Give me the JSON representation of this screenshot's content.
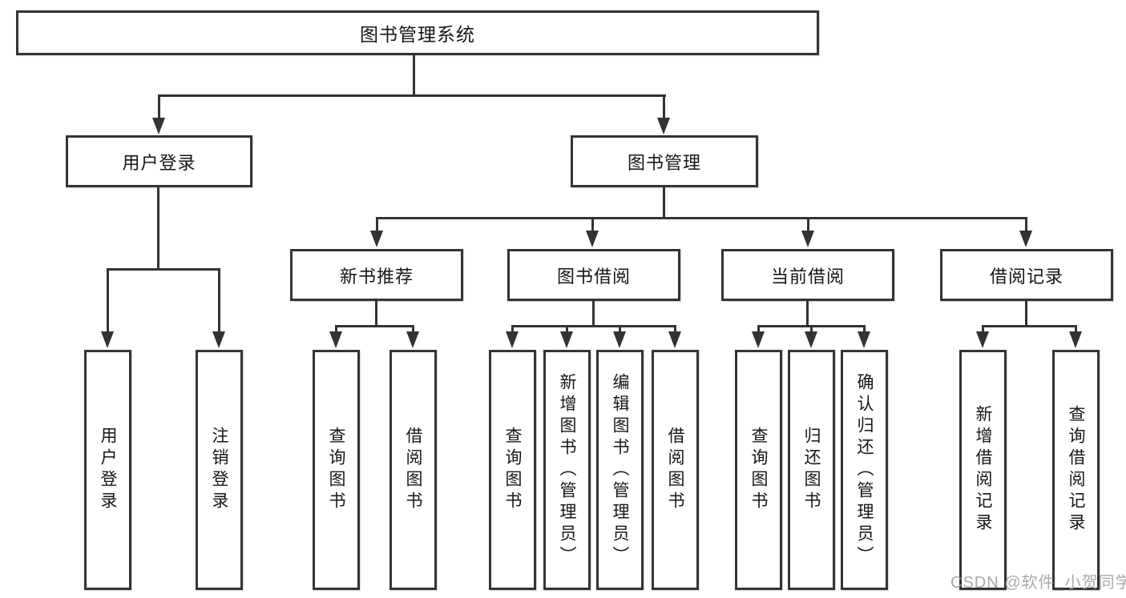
{
  "diagram": {
    "root": {
      "label": "图书管理系统"
    },
    "level2": [
      {
        "label": "用户登录"
      },
      {
        "label": "图书管理"
      }
    ],
    "level3": [
      {
        "label": "新书推荐"
      },
      {
        "label": "图书借阅"
      },
      {
        "label": "当前借阅"
      },
      {
        "label": "借阅记录"
      }
    ],
    "leaves": {
      "user_login": [
        "用户登录",
        "注销登录"
      ],
      "new_books": [
        "查询图书",
        "借阅图书"
      ],
      "book_borrow": [
        "查询图书",
        "新增图书（管理员）",
        "编辑图书（管理员）",
        "借阅图书"
      ],
      "current_borrow": [
        "查询图书",
        "归还图书",
        "确认归还（管理员）"
      ],
      "borrow_records": [
        "新增借阅记录",
        "查询借阅记录"
      ]
    }
  },
  "watermark": {
    "text": "CSDN @软件_小贺同学"
  },
  "colors": {
    "line": "#333333",
    "box_border": "#343434",
    "text": "#161616",
    "watermark": "#9e9e9e",
    "background": "#ffffff"
  }
}
